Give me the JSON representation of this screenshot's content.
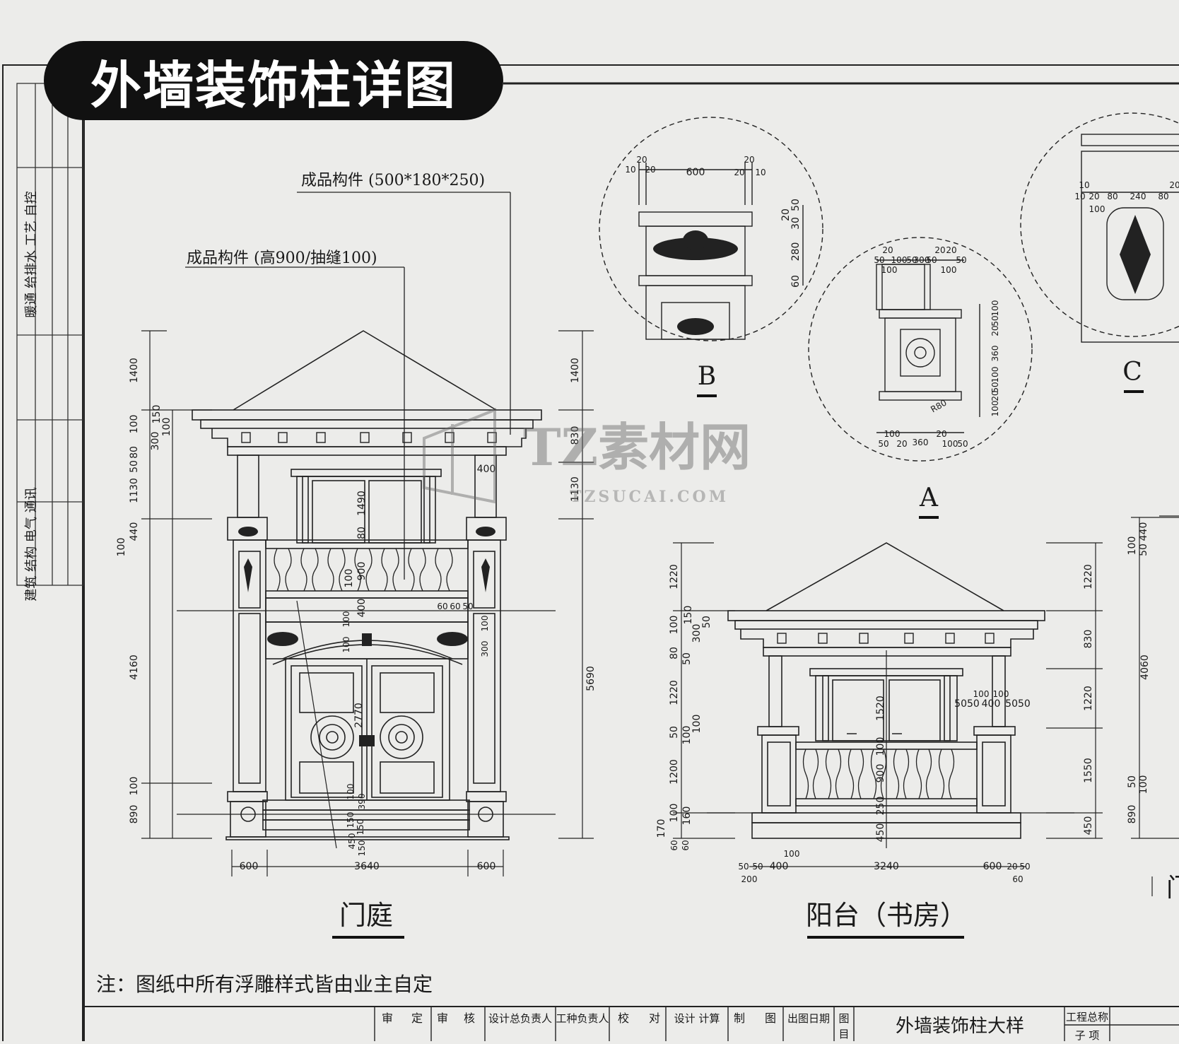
{
  "header": {
    "title": "外墙装饰柱详图"
  },
  "callouts": {
    "top": "成品构件 (500*180*250)",
    "second": "成品构件 (高900/抽缝100)"
  },
  "left_stamp": {
    "top_text": "暖通 给排水 工艺 自控",
    "bottom_text": "建筑 结构 电气 通讯"
  },
  "views": {
    "mending": {
      "label": "门庭",
      "bottom_dims": [
        "600",
        "3640",
        "600"
      ],
      "left_dims": [
        "1400",
        "100",
        "150",
        "300",
        "100",
        "80",
        "50",
        "1130",
        "440",
        "100",
        "4160",
        "100",
        "890"
      ],
      "right_dims": [
        "1400",
        "830",
        "1130",
        "5690"
      ],
      "inner_dims": [
        "400",
        "1490",
        "80",
        "900",
        "100",
        "400",
        "50",
        "60",
        "60",
        "100",
        "300",
        "100",
        "100",
        "2770",
        "100",
        "390",
        "150",
        "150",
        "450",
        "150"
      ]
    },
    "yangtai": {
      "label": "阳台（书房）",
      "bottom_dims": [
        "50",
        "50",
        "400",
        "100",
        "3240",
        "600",
        "20",
        "50",
        "200",
        "60"
      ],
      "left_dims": [
        "1220",
        "100",
        "150",
        "300",
        "50",
        "80",
        "50",
        "1220",
        "50",
        "100",
        "100",
        "1200",
        "170",
        "100",
        "160",
        "60",
        "60"
      ],
      "right_dims": [
        "1220",
        "830",
        "1220",
        "1550",
        "450"
      ],
      "inner_dims": [
        "1520",
        "100",
        "100",
        "5050",
        "400",
        "5050",
        "900",
        "100",
        "250",
        "450"
      ]
    },
    "third": {
      "left_dims": [
        "100",
        "50",
        "440",
        "4060",
        "50",
        "100",
        "890"
      ],
      "label_fragment": "门"
    }
  },
  "details": {
    "A": {
      "label": "A",
      "top_dims": [
        "50",
        "20",
        "100",
        "50",
        "300",
        "50",
        "20",
        "100",
        "100",
        "20",
        "50"
      ],
      "right_dims": [
        "100",
        "50",
        "20",
        "360",
        "100",
        "50",
        "20",
        "100"
      ],
      "bottom_dims": [
        "100",
        "20",
        "360",
        "20",
        "100",
        "50",
        "50"
      ],
      "radius": "R80"
    },
    "B": {
      "label": "B",
      "top_dims": [
        "20",
        "10",
        "20",
        "600",
        "20",
        "20",
        "10"
      ],
      "right_dims": [
        "50",
        "20",
        "30",
        "280",
        "60"
      ]
    },
    "C": {
      "label": "C",
      "top_dims": [
        "10",
        "20",
        "80",
        "240",
        "80",
        "20",
        "100",
        "10"
      ]
    }
  },
  "watermark": {
    "brand": "TZ素材网",
    "url": "TZSUCAI.COM"
  },
  "note": "注：图纸中所有浮雕样式皆由业主自定",
  "title_block": {
    "cells": [
      "审",
      "定",
      "审",
      "核",
      "设计总负责人",
      "工种负责人",
      "校",
      "对",
      "设计 计算",
      "制",
      "图",
      "出图日期",
      "图",
      "目"
    ],
    "drawing_name": "外墙装饰柱大样",
    "project_label": "工程总称",
    "extra": "子 项"
  }
}
